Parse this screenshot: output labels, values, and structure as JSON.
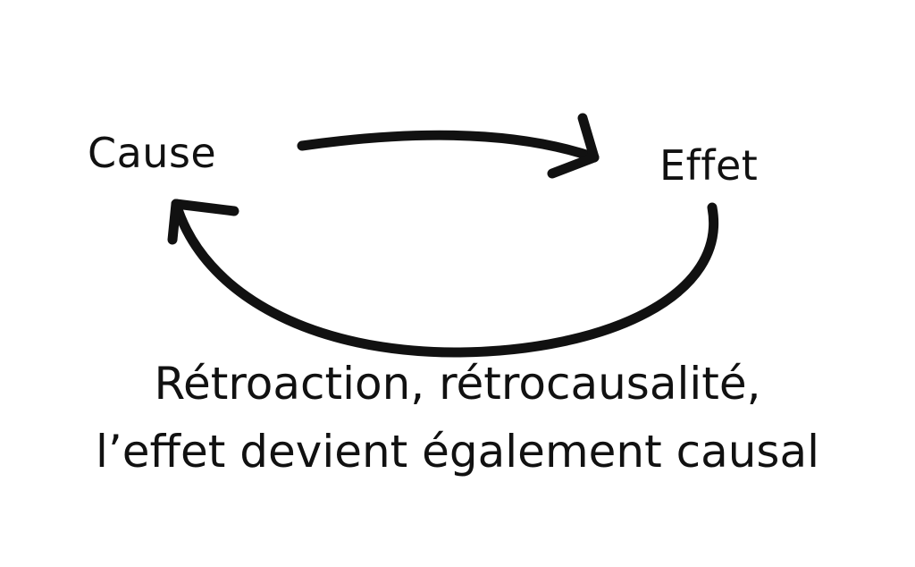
{
  "diagram": {
    "nodes": {
      "cause": "Cause",
      "effet": "Effet"
    },
    "caption": {
      "line1": "Rétroaction, rétrocausalité,",
      "line2": "l’effet devient également causal"
    },
    "edges": [
      {
        "from": "cause",
        "to": "effet",
        "direction": "forward"
      },
      {
        "from": "effet",
        "to": "cause",
        "direction": "feedback"
      }
    ],
    "colors": {
      "ink": "#111111",
      "background": "#ffffff"
    }
  }
}
